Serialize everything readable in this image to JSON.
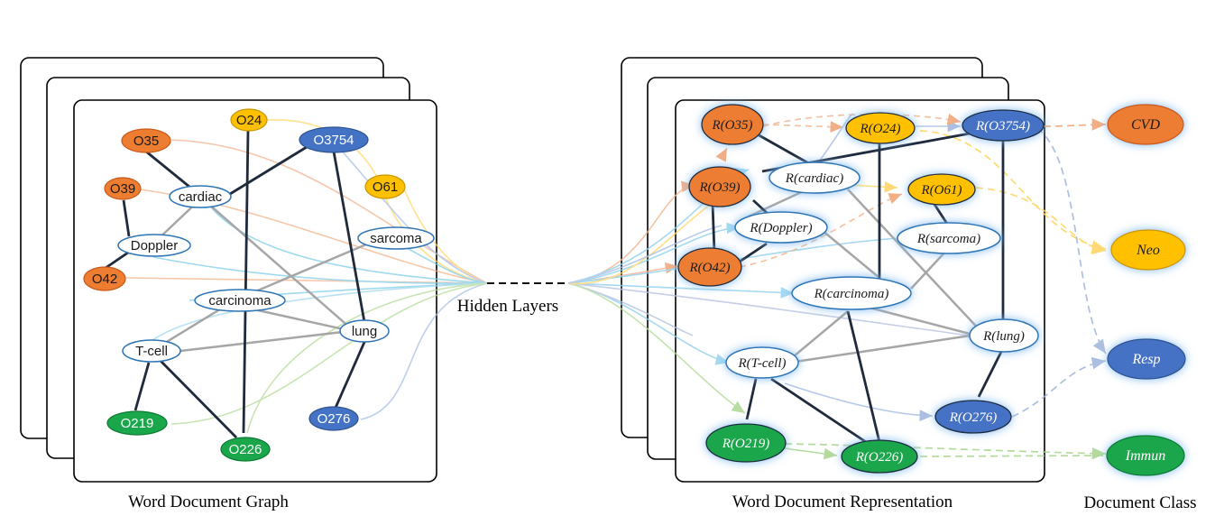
{
  "captions": {
    "left": "Word Document Graph",
    "middle": "Hidden Layers",
    "right": "Word Document Representation",
    "classes": "Document Class"
  },
  "graph_nodes": {
    "o35": "O35",
    "o24": "O24",
    "o3754": "O3754",
    "o39": "O39",
    "cardiac": "cardiac",
    "o61": "O61",
    "doppler": "Doppler",
    "sarcoma": "sarcoma",
    "o42": "O42",
    "carcinoma": "carcinoma",
    "lung": "lung",
    "tcell": "T-cell",
    "o219": "O219",
    "o226": "O226",
    "o276": "O276"
  },
  "repr_nodes": {
    "o35": "R(O35)",
    "o24": "R(O24)",
    "o3754": "R(O3754)",
    "o39": "R(O39)",
    "cardiac": "R(cardiac)",
    "o61": "R(O61)",
    "doppler": "R(Doppler)",
    "sarcoma": "R(sarcoma)",
    "o42": "R(O42)",
    "carcinoma": "R(carcinoma)",
    "lung": "R(lung)",
    "tcell": "R(T-cell)",
    "o219": "R(O219)",
    "o226": "R(O226)",
    "o276": "R(O276)"
  },
  "classes": {
    "cvd": "CVD",
    "neo": "Neo",
    "resp": "Resp",
    "immun": "Immun"
  },
  "colors": {
    "orange": "#ed7d31",
    "yellow": "#ffc000",
    "blue": "#4472c4",
    "green": "#1aa64b",
    "dark_edge": "#1f2a3c",
    "gray_edge": "#a6a6a6",
    "white_node_border": "#2e75b6"
  }
}
